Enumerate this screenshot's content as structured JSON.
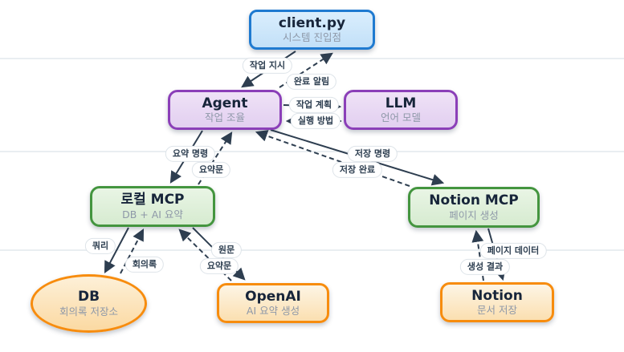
{
  "nodes": {
    "client": {
      "title": "client.py",
      "subtitle": "시스템 진입점"
    },
    "agent": {
      "title": "Agent",
      "subtitle": "작업 조율"
    },
    "llm": {
      "title": "LLM",
      "subtitle": "언어 모델"
    },
    "local_mcp": {
      "title": "로컬 MCP",
      "subtitle": "DB + AI 요약"
    },
    "notion_mcp": {
      "title": "Notion MCP",
      "subtitle": "페이지 생성"
    },
    "db": {
      "title": "DB",
      "subtitle": "회의록 저장소"
    },
    "openai": {
      "title": "OpenAI",
      "subtitle": "AI 요약 생성"
    },
    "notion": {
      "title": "Notion",
      "subtitle": "문서 저장"
    }
  },
  "edge_labels": {
    "task_order": "작업 지시",
    "done_notice": "완료 알림",
    "task_plan": "작업 계획",
    "exec_method": "실행 방법",
    "summary_command": "요약 명령",
    "summary_text_up": "요약문",
    "save_command": "저장 명령",
    "save_done": "저장 완료",
    "query": "쿼리",
    "minutes": "회의록",
    "source_text": "원문",
    "summary_result": "요약문",
    "page_data": "페이지 데이터",
    "create_result": "생성 결과"
  },
  "colors": {
    "edge": "#2e3e50",
    "blue_border": "#1f7ad0",
    "purple_border": "#8b3fb8",
    "green_border": "#44953f",
    "orange_border": "#f78c0e",
    "label_text": "#2d3e50",
    "subtitle_text": "#8e98a8",
    "separator": "#e9eef1"
  }
}
